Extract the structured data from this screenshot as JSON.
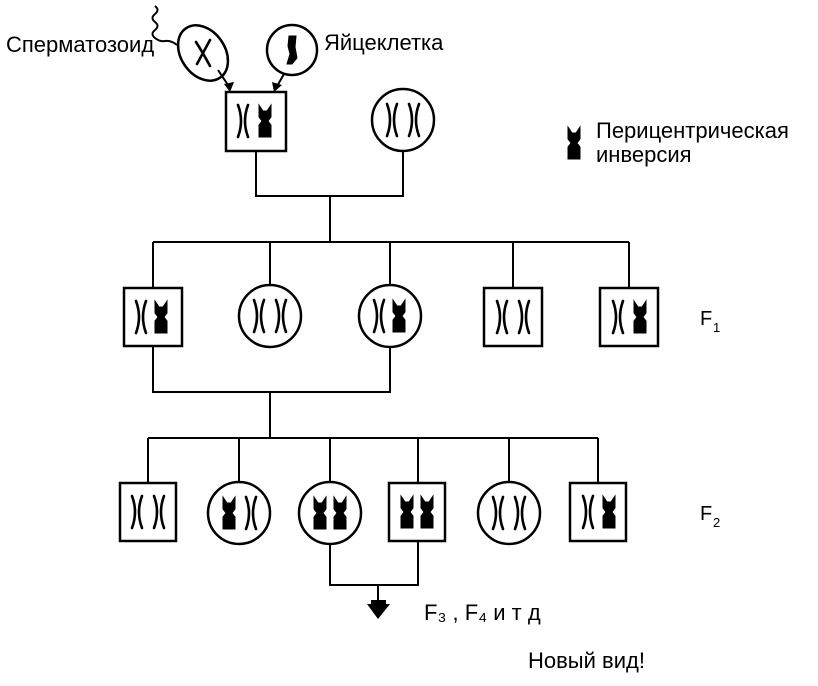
{
  "labels": {
    "sperm": "Сперматозоид",
    "egg": "Яйцеклетка",
    "inversion_line1": "Перицентрическая",
    "inversion_line2": "инверсия",
    "f1": "F",
    "f1_sub": "1",
    "f2": "F",
    "f2_sub": "2",
    "next_gen": "F₃ , F₄  и т  д",
    "new_species": "Новый вид!"
  },
  "pedigree": {
    "parents": [
      {
        "shape": "square",
        "chromosomes": [
          "normal",
          "inverted"
        ]
      },
      {
        "shape": "circle",
        "chromosomes": [
          "normal",
          "normal"
        ]
      }
    ],
    "F1": [
      {
        "shape": "square",
        "chromosomes": [
          "normal",
          "inverted"
        ]
      },
      {
        "shape": "circle",
        "chromosomes": [
          "normal",
          "normal"
        ]
      },
      {
        "shape": "circle",
        "chromosomes": [
          "normal",
          "inverted"
        ]
      },
      {
        "shape": "square",
        "chromosomes": [
          "normal",
          "normal"
        ]
      },
      {
        "shape": "square",
        "chromosomes": [
          "normal",
          "inverted"
        ]
      }
    ],
    "F2": [
      {
        "shape": "square",
        "chromosomes": [
          "normal",
          "normal"
        ]
      },
      {
        "shape": "circle",
        "chromosomes": [
          "inverted",
          "normal"
        ]
      },
      {
        "shape": "circle",
        "chromosomes": [
          "inverted",
          "inverted"
        ]
      },
      {
        "shape": "square",
        "chromosomes": [
          "inverted",
          "inverted"
        ]
      },
      {
        "shape": "circle",
        "chromosomes": [
          "normal",
          "normal"
        ]
      },
      {
        "shape": "square",
        "chromosomes": [
          "normal",
          "inverted"
        ]
      }
    ]
  }
}
